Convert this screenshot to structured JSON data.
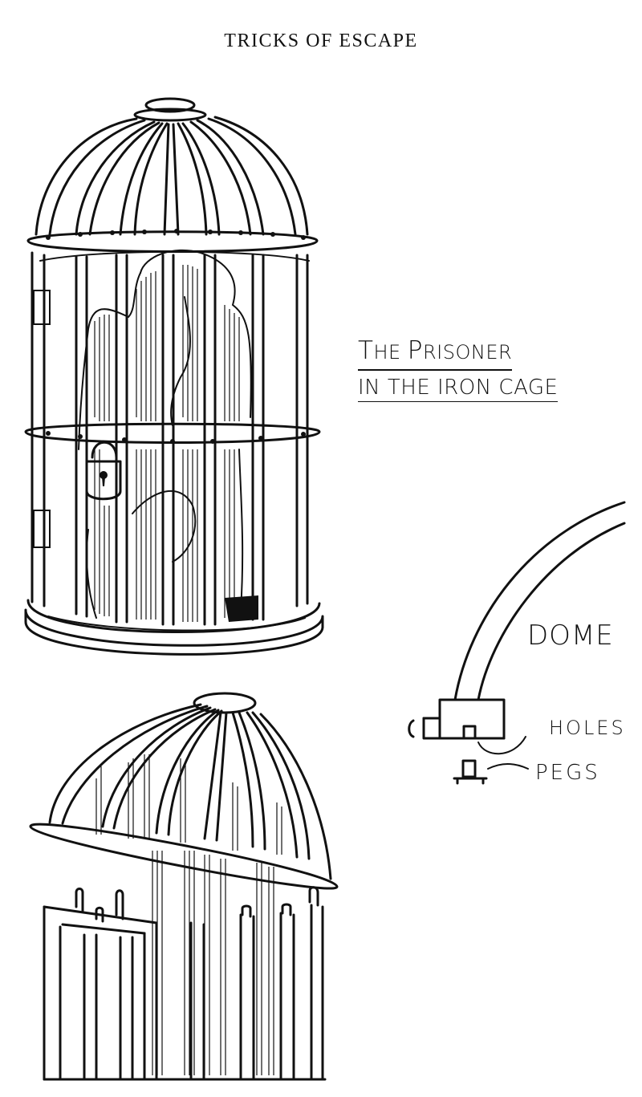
{
  "page": {
    "header": "TRICKS OF ESCAPE"
  },
  "caption": {
    "line1_big_T": "T",
    "line1_rest": "HE ",
    "line1_big_P": "P",
    "line1_end": "RISONER",
    "line2": "IN THE IRON CAGE"
  },
  "detail_labels": {
    "dome": "DOME",
    "holes": "HOLES",
    "pegs": "PEGS"
  }
}
